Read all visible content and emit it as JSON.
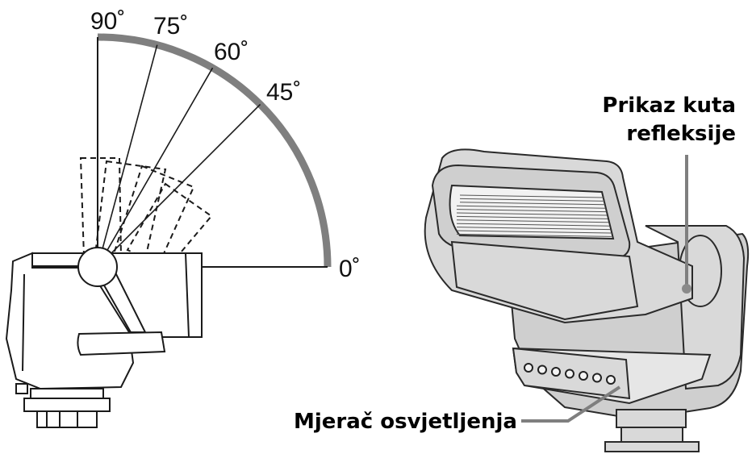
{
  "angle_diagram": {
    "angles": [
      {
        "degrees": 90,
        "label": "90˚"
      },
      {
        "degrees": 75,
        "label": "75˚"
      },
      {
        "degrees": 60,
        "label": "60˚"
      },
      {
        "degrees": 45,
        "label": "45˚"
      },
      {
        "degrees": 0,
        "label": "0˚"
      }
    ],
    "arc_color": "#7f7f7f",
    "line_color": "#1a1a1a"
  },
  "callouts": {
    "reflection_angle_line1": "Prikaz kuta",
    "reflection_angle_line2": "refleksije",
    "light_meter": "Mjerač osvjetljenja"
  },
  "leader_color": "#7f7f7f"
}
